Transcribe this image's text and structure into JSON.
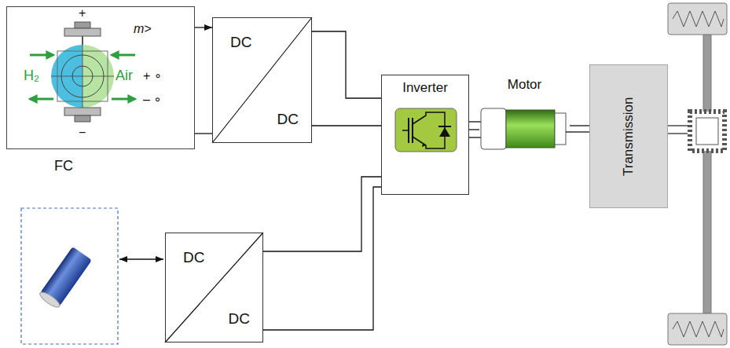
{
  "diagram": {
    "nodes": [
      {
        "text": [
          "FC"
        ]
      },
      {
        "text": [
          "DC",
          "DC"
        ]
      },
      {
        "text": [
          "Inverter"
        ]
      },
      {
        "text": [
          "Motor"
        ]
      },
      {
        "text": [
          "Transmission"
        ]
      },
      {
        "text": [
          "DC",
          "DC"
        ]
      }
    ],
    "edges": [
      {
        "from": 0,
        "to": 1,
        "arrow": "to"
      },
      {
        "from": 1,
        "to": 2,
        "arrow": "none"
      },
      {
        "from": 5,
        "to": 2,
        "arrow": "none"
      },
      {
        "from": 2,
        "to": 3,
        "arrow": "none"
      },
      {
        "from": 3,
        "to": 4,
        "arrow": "none"
      }
    ],
    "labels": [
      "+",
      "m>",
      "H₂",
      "Air",
      "+ ∘",
      "– ∘",
      "−"
    ]
  }
}
